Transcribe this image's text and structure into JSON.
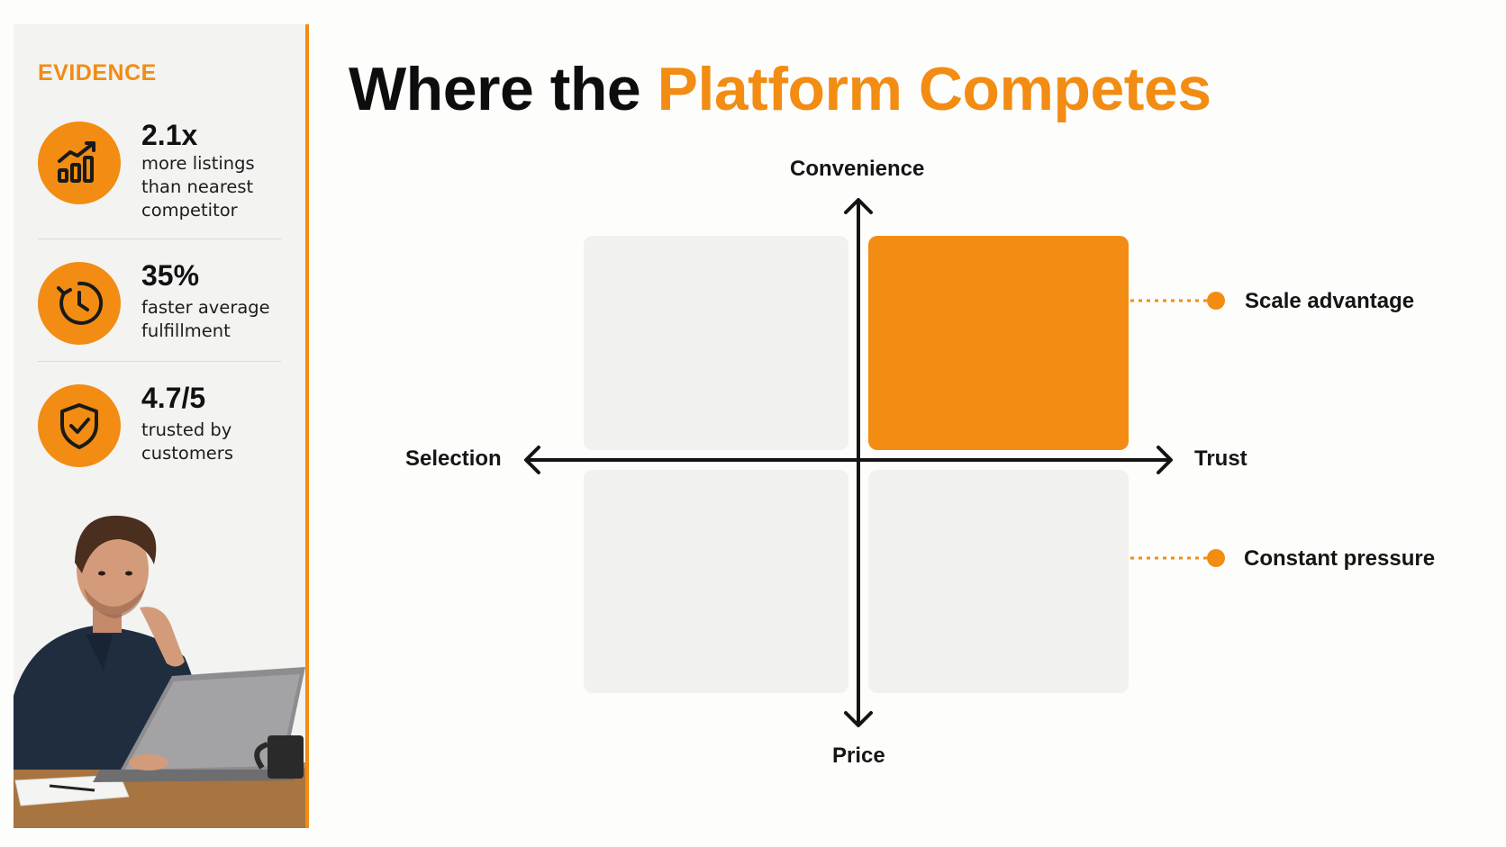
{
  "sidebar": {
    "label": "EVIDENCE",
    "stats": [
      {
        "value": "2.1x",
        "description": "more listings than nearest competitor",
        "icon": "growth-chart-icon"
      },
      {
        "value": "35%",
        "description": "faster average fulfillment",
        "icon": "clock-icon"
      },
      {
        "value": "4.7/5",
        "description": "trusted by customers",
        "icon": "shield-check-icon"
      }
    ],
    "photo_subject": "person-at-laptop-illustration"
  },
  "title": {
    "lead": "Where the ",
    "accent": "Platform Competes"
  },
  "diagram": {
    "axes": {
      "top": "Convenience",
      "bottom": "Price",
      "left": "Selection",
      "right": "Trust"
    },
    "highlighted_quadrant": "top-right",
    "callouts": [
      {
        "label": "Scale advantage",
        "quadrant": "top-right"
      },
      {
        "label": "Constant pressure",
        "quadrant": "bottom-right"
      }
    ]
  },
  "colors": {
    "accent": "#f28c12",
    "text": "#111111",
    "quadrant_muted": "#f1f1f0",
    "sidebar_bg": "#f3f3f2"
  }
}
